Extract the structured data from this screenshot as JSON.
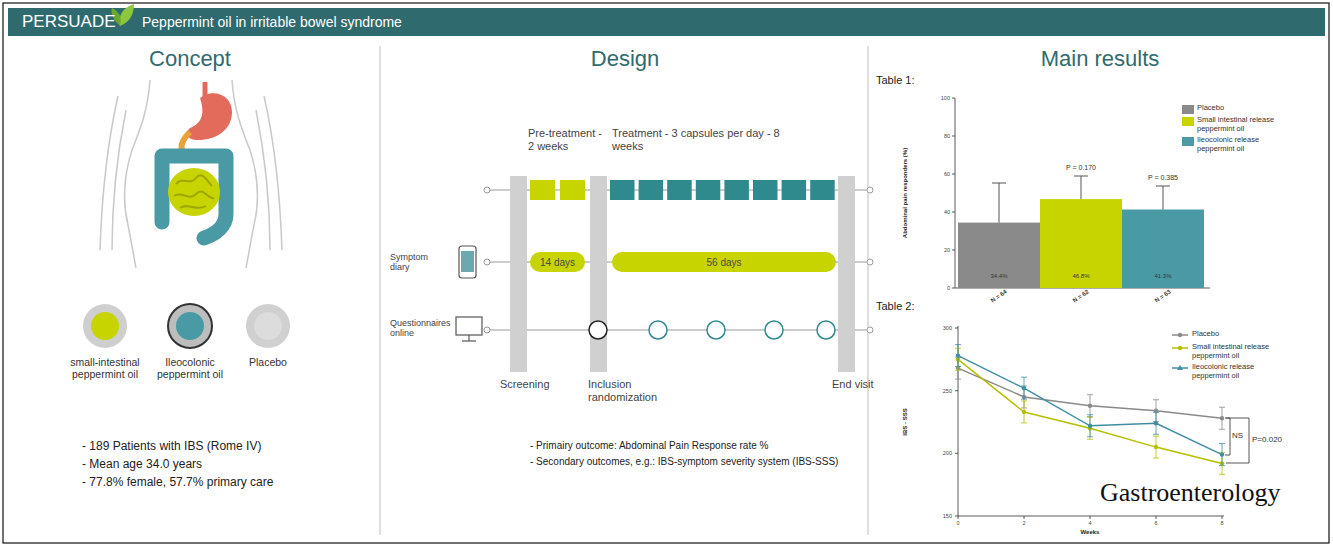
{
  "diagram": {
    "title": "Peppermint oil in irritable bowel syndrome",
    "nodes": [
      {
        "text": [
          "small-intestinal peppermint oil"
        ]
      },
      {
        "text": [
          "Ileocolonic peppermint oil"
        ]
      },
      {
        "text": [
          "Placebo"
        ]
      },
      {
        "text": [
          "14 days"
        ]
      },
      {
        "text": [
          "56 days"
        ]
      }
    ],
    "labels": [
      "PERSUADE",
      "Concept",
      "Design",
      "Main results",
      "- 189 Patients with IBS (Rome IV)",
      "- Mean age 34.0 years",
      "- 77.8% female, 57.7% primary care",
      "Pre-treatment - 2 weeks",
      "Treatment - 3 capsules per day - 8 weeks",
      "Symptom diary",
      "Questionnaires online",
      "Screening",
      "Inclusion randomization",
      "End visit",
      "- Primairy outcome: Abdominal Pain Response rate %",
      "- Secondary outcomes, e.g.: IBS-symptom severity system (IBS-SSS)",
      "Table 1:",
      "Abdominal pain responders (%)",
      "100",
      "80",
      "60",
      "40",
      "20",
      "0",
      "P = 0.170",
      "P = 0.385",
      "34.4%",
      "46.8%",
      "41.3%",
      "N = 64",
      "N = 62",
      "N = 63",
      "Table 2:",
      "IBS - SSS",
      "300",
      "250",
      "200",
      "150",
      "0",
      "2",
      "4",
      "6",
      "8",
      "Weeks",
      "NS",
      "P=0.020",
      "Gastroenterology"
    ],
    "legend": [
      {
        "text": "Placebo",
        "color": "#8a8a8a"
      },
      {
        "text": "Small intestinal release peppermint oil",
        "color": "#c8d400"
      },
      {
        "text": "Ileocolonic release peppermint oil",
        "color": "#4a9aa5"
      },
      {
        "text": "Placebo"
      },
      {
        "text": "Small intestinal release peppermint oil"
      },
      {
        "text": "Ileocolonic release peppermint oil"
      }
    ]
  }
}
